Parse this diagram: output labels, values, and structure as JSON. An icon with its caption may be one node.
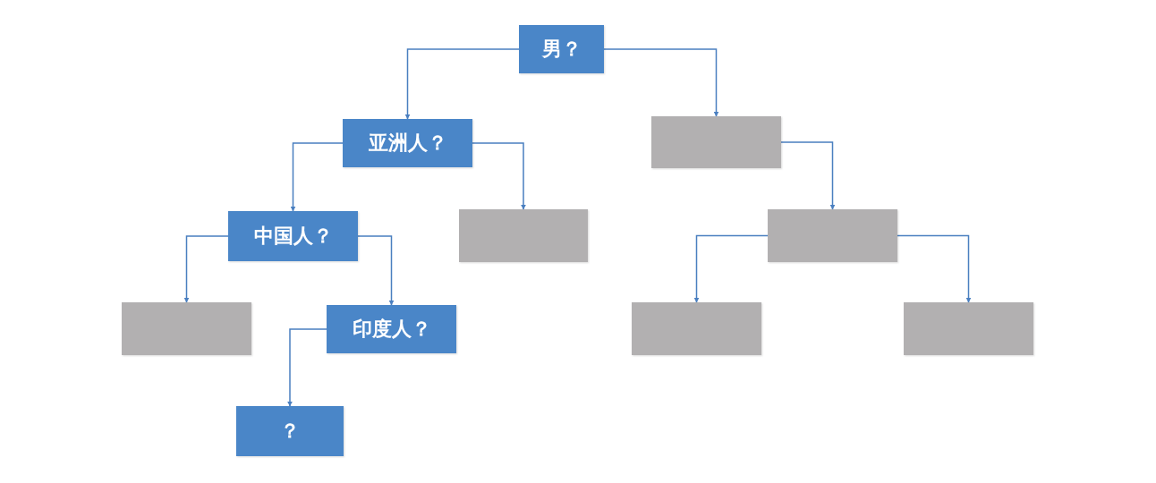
{
  "diagram": {
    "nodes": [
      {
        "text": [
          "男？"
        ]
      },
      {
        "text": [
          "亚洲人？"
        ]
      },
      {
        "text": [],
        "shape": "box"
      },
      {
        "text": [
          "中国人？"
        ]
      },
      {
        "text": [],
        "shape": "box"
      },
      {
        "text": [],
        "shape": "box"
      },
      {
        "text": [],
        "shape": "box"
      },
      {
        "text": [
          "印度人？"
        ]
      },
      {
        "text": [],
        "shape": "box"
      },
      {
        "text": [],
        "shape": "box"
      },
      {
        "text": [
          "？"
        ]
      }
    ],
    "edges": [
      {
        "from": 0,
        "to": 1,
        "arrow": "to"
      },
      {
        "from": 0,
        "to": 2,
        "arrow": "to"
      },
      {
        "from": 1,
        "to": 3,
        "arrow": "to"
      },
      {
        "from": 1,
        "to": 4,
        "arrow": "to"
      },
      {
        "from": 2,
        "to": 5,
        "arrow": "to"
      },
      {
        "from": 3,
        "to": 6,
        "arrow": "to"
      },
      {
        "from": 3,
        "to": 7,
        "arrow": "to"
      },
      {
        "from": 5,
        "to": 8,
        "arrow": "to"
      },
      {
        "from": 5,
        "to": 9,
        "arrow": "to"
      },
      {
        "from": 7,
        "to": 10,
        "arrow": "to"
      }
    ]
  }
}
